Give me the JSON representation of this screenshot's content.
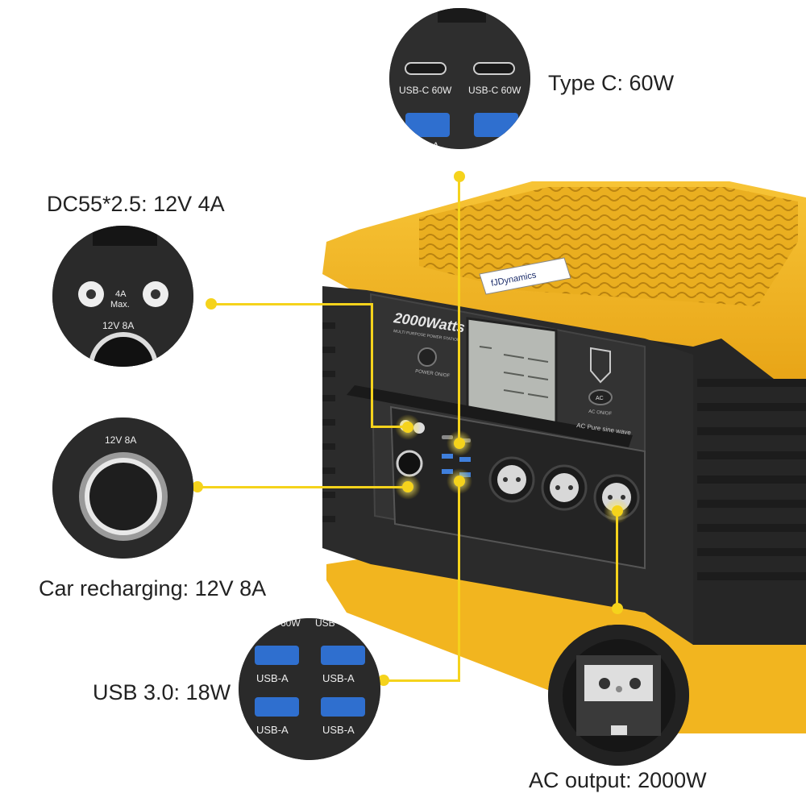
{
  "labels": {
    "type_c": "Type C: 60W",
    "dc55": "DC55*2.5: 12V 4A",
    "car": "Car recharging: 12V 8A",
    "usb3": "USB 3.0: 18W",
    "ac": "AC output: 2000W"
  },
  "device": {
    "brand": "fJDynamics",
    "model": "2000Watts",
    "model_sub": "MULTI PURPOSE POWER STATION",
    "power_label": "POWER ON/OF",
    "ac_button": "AC",
    "ac_onoff": "AC ON/OF",
    "ac_sine": "AC Pure sine wave",
    "car_port_label": "12V 8A",
    "dc_label": "4A Max."
  },
  "closeups": {
    "usb_c_label_1": "USB-C 60W",
    "usb_c_label_2": "USB-C 60W",
    "usb_a_label": "USB-A",
    "dc_rating": "4A",
    "dc_max": "Max.",
    "car_rating": "12V 8A",
    "car_rating_2": "12V 8A",
    "usb_top_1": "60W",
    "usb_top_2": "USB",
    "usb_a_1": "USB-A",
    "usb_a_2": "USB-A",
    "usb_a_3": "USB-A",
    "usb_a_4": "USB-A"
  },
  "colors": {
    "accent_yellow": "#f5d31c",
    "device_yellow": "#f2b51f",
    "device_black": "#2b2b2b"
  }
}
